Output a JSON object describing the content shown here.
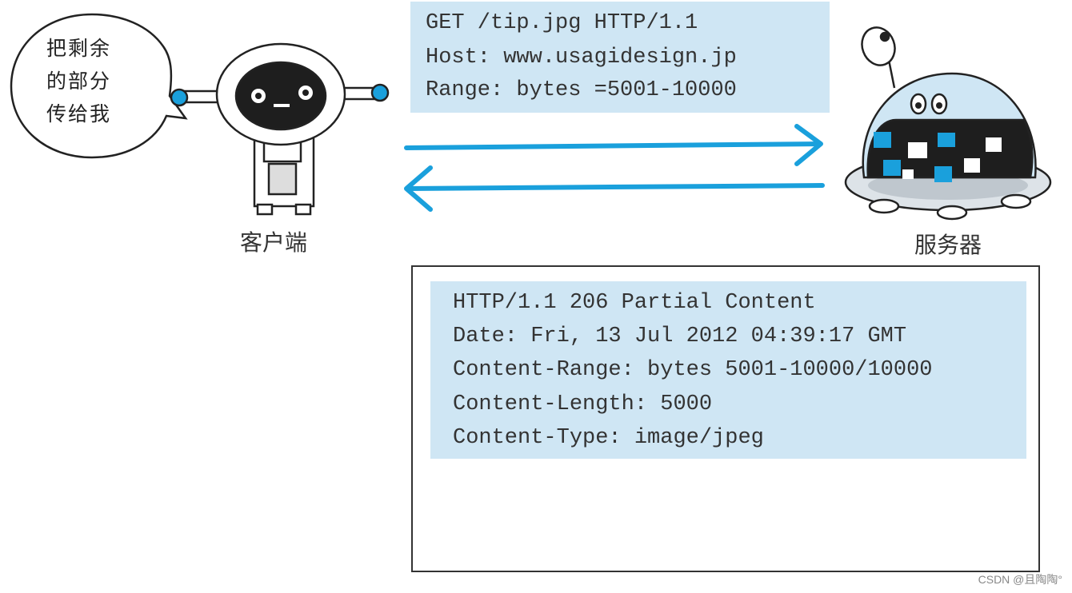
{
  "client": {
    "speech": "把剩余\n的部分\n传给我",
    "label": "客户端"
  },
  "server": {
    "label": "服务器"
  },
  "request": {
    "lines": [
      "GET /tip.jpg HTTP/1.1",
      "Host: www.usagidesign.jp",
      "Range: bytes =5001-10000"
    ]
  },
  "response": {
    "lines": [
      "HTTP/1.1 206 Partial Content",
      "Date: Fri, 13 Jul 2012 04:39:17 GMT",
      "Content-Range: bytes 5001-10000/10000",
      "Content-Length: 5000",
      "Content-Type: image/jpeg"
    ]
  },
  "arrows": {
    "request_direction": "client-to-server",
    "response_direction": "server-to-client",
    "color": "#1aa0dc"
  },
  "colors": {
    "header_box": "#cfe6f4",
    "accent": "#1aa0dc",
    "outline": "#333333"
  },
  "watermark": "CSDN @且陶陶°"
}
